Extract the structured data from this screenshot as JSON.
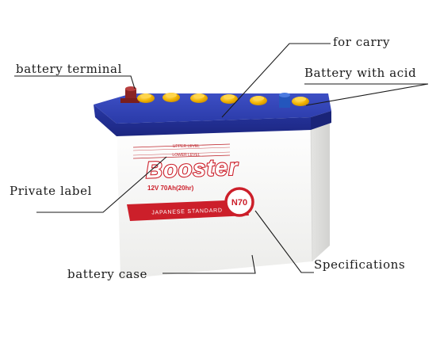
{
  "callouts": {
    "for_carry": "for carry",
    "battery_terminal": "battery terminal",
    "battery_with_acid": "Battery with acid",
    "private_label": "Private label",
    "battery_case": "battery case",
    "specifications": "Specifications"
  },
  "battery_label": {
    "upper_level": "UPPER LEVEL",
    "lower_level": "LOWER LEVEL",
    "brand": "Booster",
    "rating": "12V 70Ah(20hr)",
    "standard": "JAPANESE STANDARD",
    "model": "N70"
  },
  "colors": {
    "lid_blue": "#2a3aa8",
    "lid_dark": "#1c2680",
    "case_white": "#f3f3f1",
    "cap_yellow": "#f2b400",
    "brand_red": "#cc1f2a",
    "terminal_red": "#9b2a2a",
    "terminal_blue": "#2b5fc9"
  }
}
